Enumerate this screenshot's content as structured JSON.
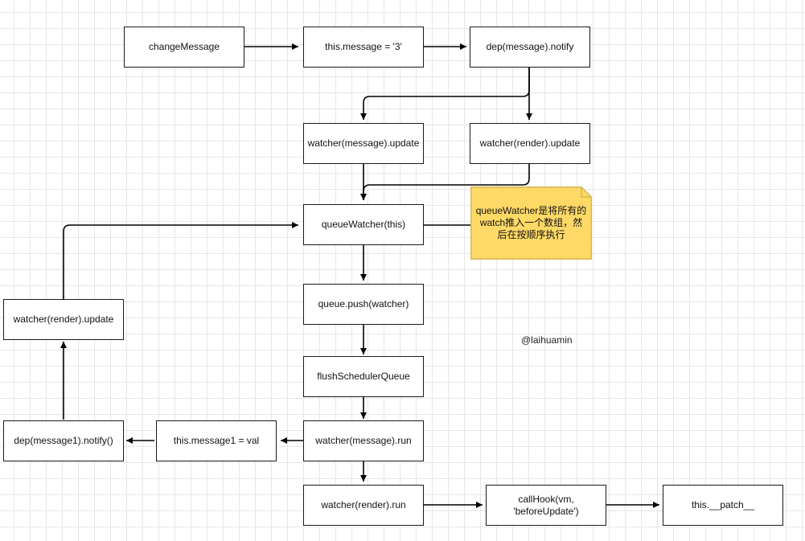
{
  "nodes": {
    "changeMessage": "changeMessage",
    "setMessage": "this.message = '3'",
    "depNotify": "dep(message).notify",
    "watcherMessageUpdate": "watcher(message).update",
    "watcherRenderUpdateTop": "watcher(render).update",
    "queueWatcher": "queueWatcher(this)",
    "queuePush": "queue.push(watcher)",
    "flushSchedulerQueue": "flushSchedulerQueue",
    "watcherMessageRun": "watcher(message).run",
    "setMessage1": "this.message1 = val",
    "dep1Notify": "dep(message1).notify()",
    "watcherRenderUpdateLeft": "watcher(render).update",
    "watcherRenderRun": "watcher(render).run",
    "callHook": "callHook(vm,\n'beforeUpdate')",
    "patch": "this.__patch__"
  },
  "note": {
    "text": "queueWatcher是将所有的watch推入一个数组，然后在按顺序执行",
    "fill": "#ffd966",
    "border": "#d6b656"
  },
  "watermark": "@laihuamin",
  "colors": {
    "stroke": "#000000",
    "box_border": "#1a1a1a"
  }
}
